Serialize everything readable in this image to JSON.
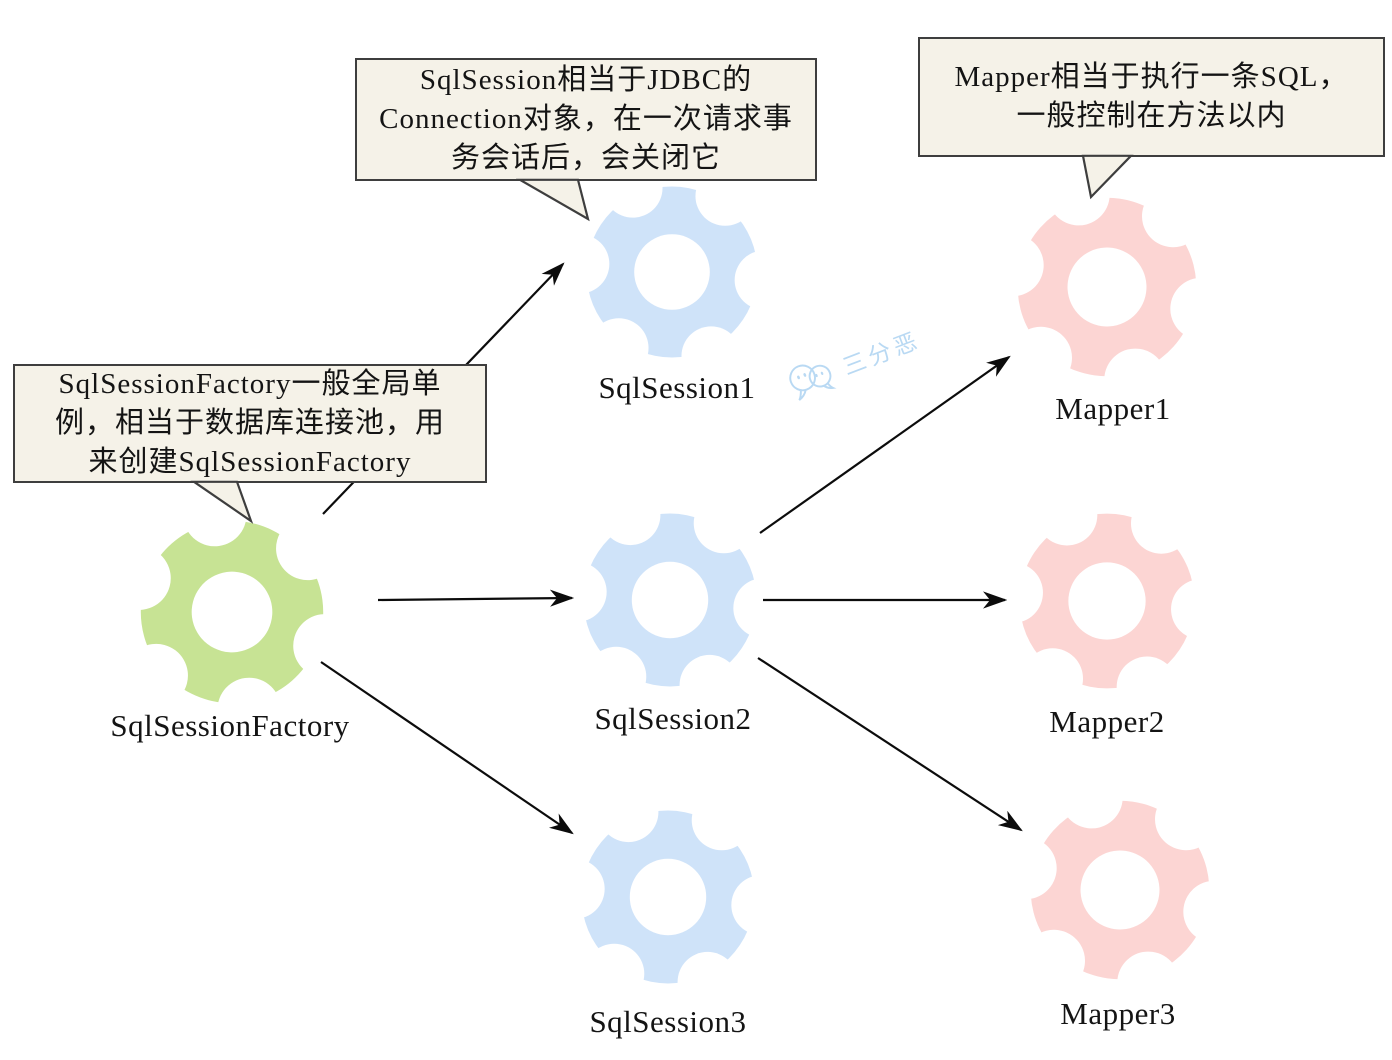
{
  "colors": {
    "factory": "#c7e394",
    "session": "#cfe3f9",
    "mapper": "#fcd5d3",
    "callout_bg": "#f5f2e8",
    "callout_border": "#3e3e3e",
    "arrow": "#0c0c0c",
    "watermark": "#b9d9f3",
    "text": "#141414"
  },
  "callouts": {
    "session_note": {
      "text": "SqlSession相当于JDBC的Connection对象，在一次请求事务会话后，会关闭它",
      "lines": [
        "SqlSession相当于JDBC的",
        "Connection对象，在一次请求事",
        "务会话后，会关闭它"
      ]
    },
    "mapper_note": {
      "text": "Mapper相当于执行一条SQL，一般控制在方法以内",
      "lines": [
        "Mapper相当于执行一条SQL，",
        "一般控制在方法以内"
      ]
    },
    "factory_note": {
      "text": "SqlSessionFactory一般全局单例，相当于数据库连接池，用来创建SqlSessionFactory",
      "lines": [
        "SqlSessionFactory一般全局单",
        "例，相当于数据库连接池，用",
        "来创建SqlSessionFactory"
      ]
    }
  },
  "nodes": {
    "factory": {
      "label": "SqlSessionFactory",
      "color": "#c7e394"
    },
    "session1": {
      "label": "SqlSession1",
      "color": "#cfe3f9"
    },
    "session2": {
      "label": "SqlSession2",
      "color": "#cfe3f9"
    },
    "session3": {
      "label": "SqlSession3",
      "color": "#cfe3f9"
    },
    "mapper1": {
      "label": "Mapper1",
      "color": "#fcd5d3"
    },
    "mapper2": {
      "label": "Mapper2",
      "color": "#fcd5d3"
    },
    "mapper3": {
      "label": "Mapper3",
      "color": "#fcd5d3"
    }
  },
  "edges": [
    {
      "from": "SqlSessionFactory",
      "to": "SqlSession1"
    },
    {
      "from": "SqlSessionFactory",
      "to": "SqlSession2"
    },
    {
      "from": "SqlSessionFactory",
      "to": "SqlSession3"
    },
    {
      "from": "SqlSession2",
      "to": "Mapper1"
    },
    {
      "from": "SqlSession2",
      "to": "Mapper2"
    },
    {
      "from": "SqlSession2",
      "to": "Mapper3"
    }
  ],
  "watermark": {
    "text": "三分恶"
  }
}
